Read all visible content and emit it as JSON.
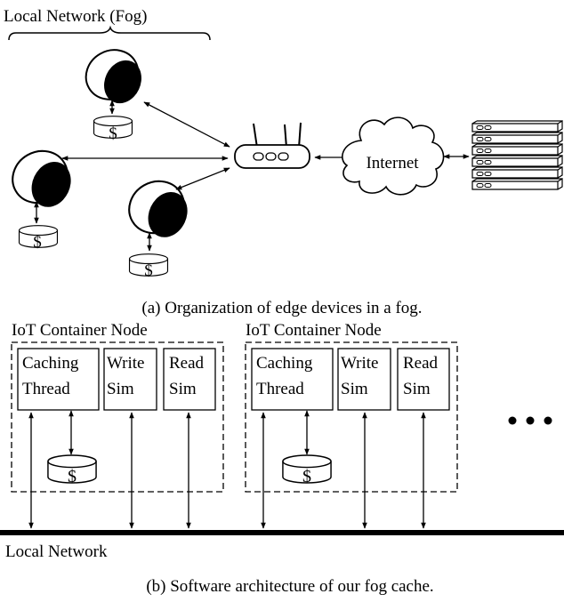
{
  "figure_a": {
    "region_label": "Local Network (Fog)",
    "cache_symbol": "$",
    "internet_label": "Internet",
    "caption": "(a) Organization of edge devices in a fog."
  },
  "figure_b": {
    "node_label": "IoT Container Node",
    "caching_line1": "Caching",
    "caching_line2": "Thread",
    "write_line1": "Write",
    "write_line2": "Sim",
    "read_line1": "Read",
    "read_line2": "Sim",
    "cache_symbol": "$",
    "network_label": "Local Network",
    "caption": "(b) Software architecture of our fog cache."
  }
}
